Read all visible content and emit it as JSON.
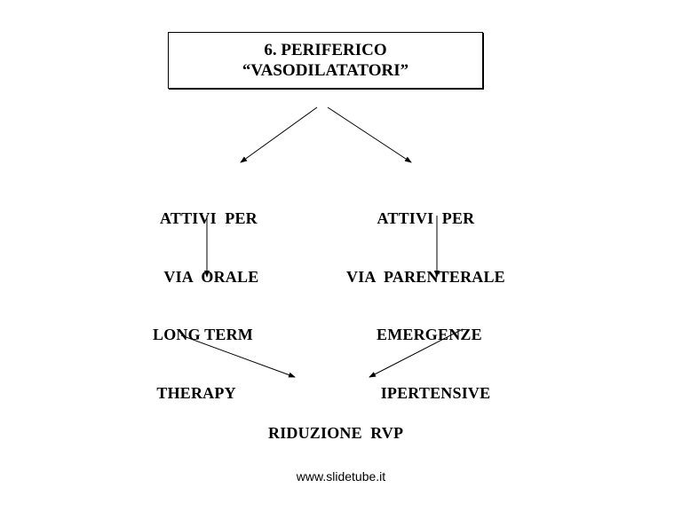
{
  "title": {
    "line1": "6. PERIFERICO",
    "line2": "“VASODILATATORI”"
  },
  "nodes": {
    "oral": {
      "line1": "ATTIVI  PER",
      "line2": " VIA  ORALE"
    },
    "parenteral": {
      "line1": "ATTIVI  PER",
      "line2": "VIA  PARENTERALE"
    },
    "long_term": {
      "line1": "LONG TERM",
      "line2": " THERAPY"
    },
    "emergency": {
      "line1": "EMERGENZE",
      "line2": " IPERTENSIVE"
    },
    "result": {
      "line1": "RIDUZIONE  RVP"
    }
  },
  "footer": {
    "url": "www.slidetube.it"
  },
  "colors": {
    "ink": "#000000",
    "background": "#ffffff"
  }
}
